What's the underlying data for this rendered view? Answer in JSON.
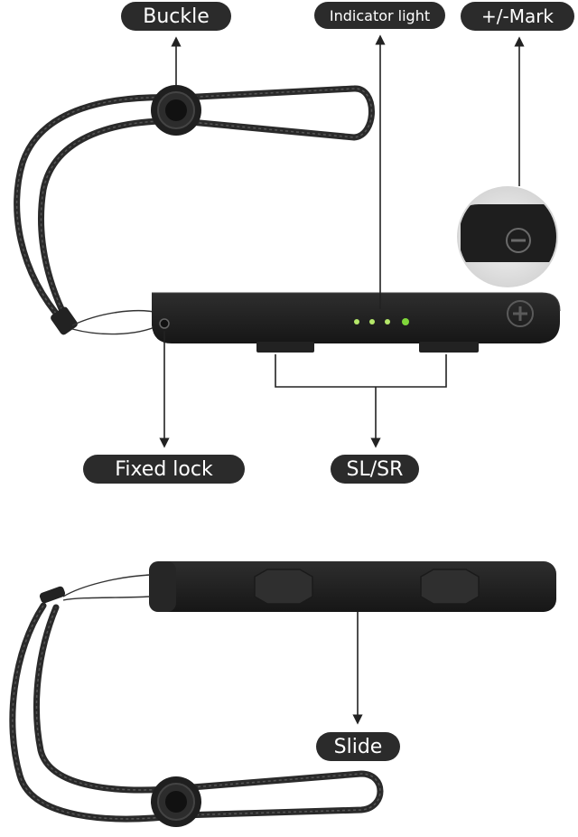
{
  "labels": {
    "buckle": "Buckle",
    "indicator_light": "Indicator light",
    "mark": "+/-Mark",
    "fixed_lock": "Fixed lock",
    "sl_sr": "SL/SR",
    "slide": "Slide"
  },
  "indicator_leds_lit": 4,
  "colors": {
    "label_bg": "#2b2b2b",
    "label_text": "#ffffff",
    "strap_body": "#1c1c1c",
    "led_green": "#9be04a",
    "arrow": "#222222"
  },
  "icons": [
    "plus-icon",
    "minus-icon",
    "buckle-icon"
  ]
}
